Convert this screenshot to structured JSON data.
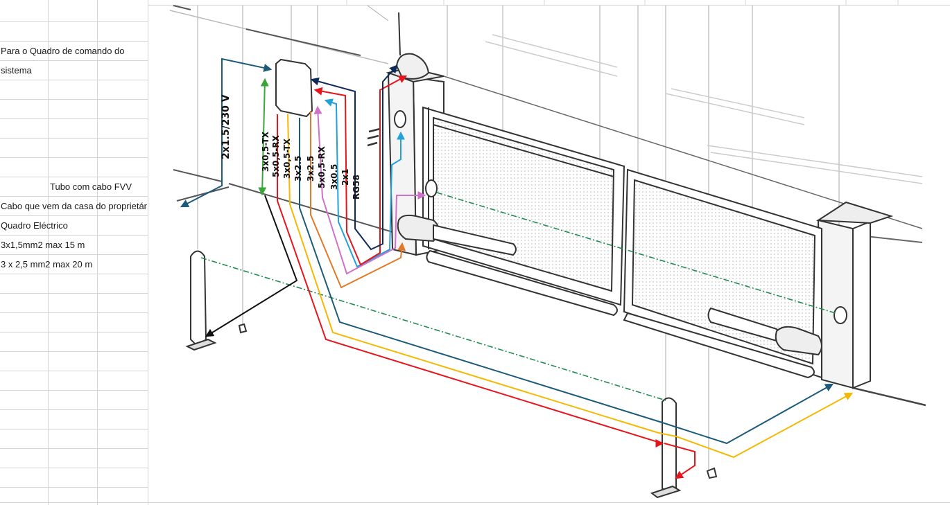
{
  "sheet": {
    "notes": {
      "control_board": "Para o Quadro de comando do",
      "control_board_cont": "sistema",
      "conduit": "Tubo com cabo FVV",
      "house_cable": "Cabo que vem da casa do proprietár",
      "panel": "Quadro Eléctrico",
      "spec_15": "3x1,5mm2 max 15 m",
      "spec_20": "3 x 2,5 mm2 max 20 m"
    }
  },
  "diagram": {
    "power_label": "2x1.5/230 V",
    "cables": [
      {
        "label": "3x0,5-TX",
        "color": "#3aa63a"
      },
      {
        "label": "5x0,5-RX",
        "color": "#e8141c"
      },
      {
        "label": "3x0,5-TX",
        "color": "#f5b800"
      },
      {
        "label": "3x2.5",
        "color": "#1b5a7a"
      },
      {
        "label": "3x2.5",
        "color": "#e07a2a"
      },
      {
        "label": "5x0,5-RX",
        "color": "#d070c8"
      },
      {
        "label": "3x0.5",
        "color": "#22a0d8"
      },
      {
        "label": "2x1",
        "color": "#e8141c"
      },
      {
        "label": "RG58",
        "color": "#0f2a5a"
      }
    ],
    "colors": {
      "line_art": "#333333",
      "guide_lines": "#9a9a9a",
      "photocell_link": "#1e8c4e",
      "grid": "#d4d4d4"
    }
  }
}
